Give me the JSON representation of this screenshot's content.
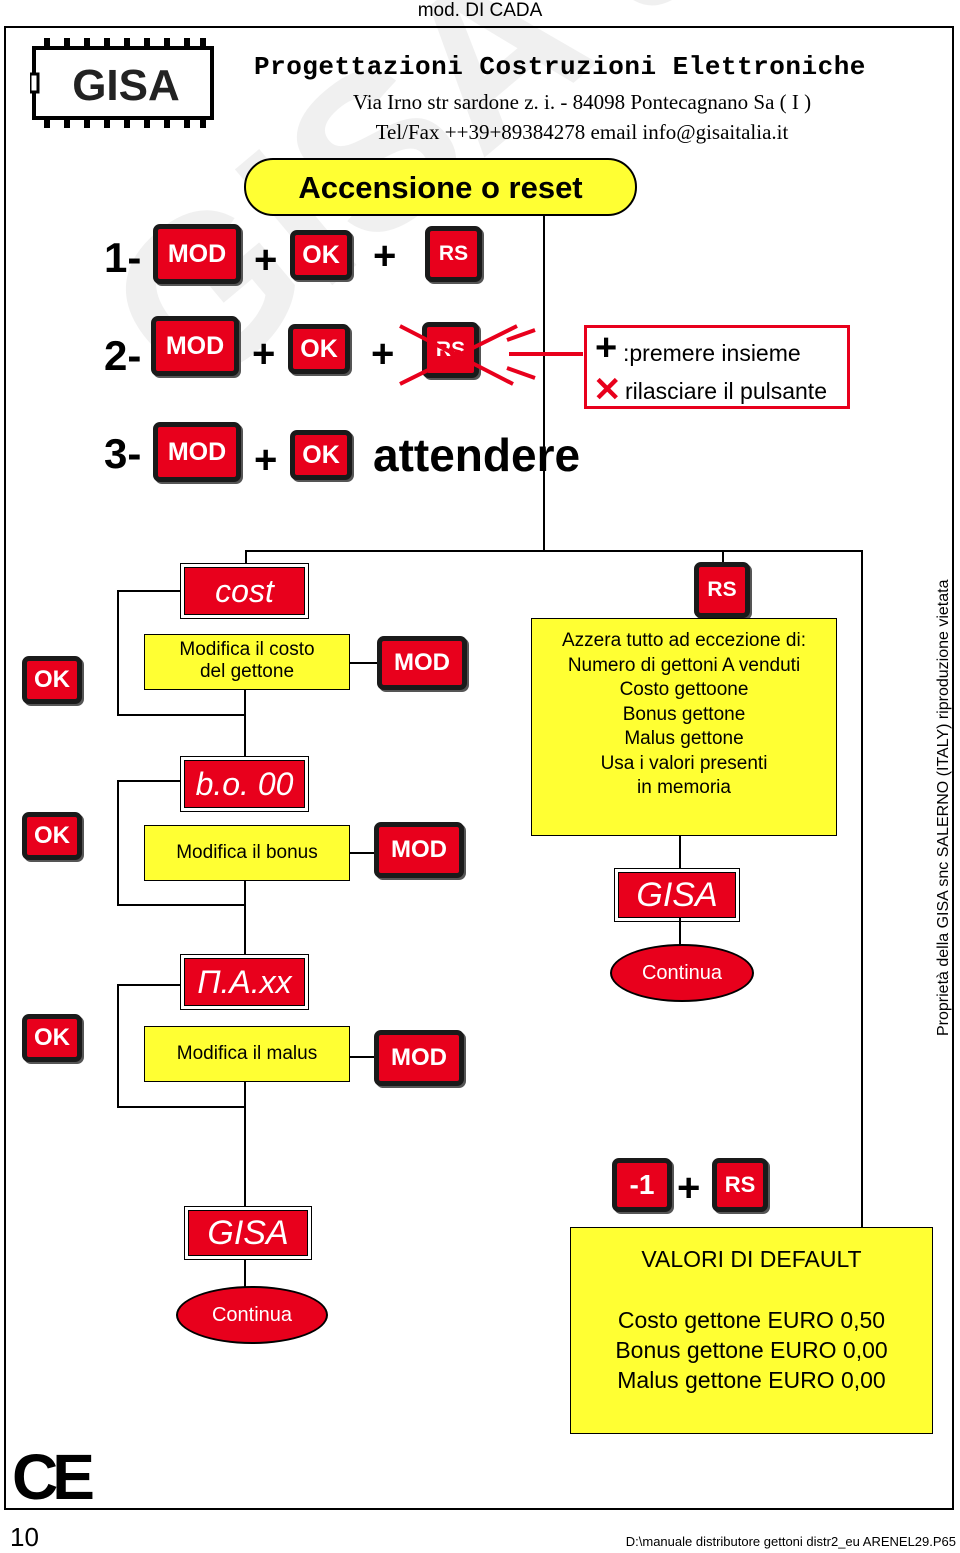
{
  "header": {
    "model_note": "mod. DI CADA",
    "company": "Progettazioni Costruzioni Elettroniche",
    "address": "Via Irno str sardone z. i. -  84098 Pontecagnano  Sa  ( I )",
    "contact": "Tel/Fax ++39+89384278 email info@gisaitalia.it",
    "logo_text": "GISA"
  },
  "start": {
    "title": "Accensione o reset"
  },
  "combos": [
    {
      "number": "1-",
      "keys": [
        "MOD",
        "OK",
        "RS"
      ],
      "plus": "+"
    },
    {
      "number": "2-",
      "keys": [
        "MOD",
        "OK",
        "RS"
      ],
      "plus": "+"
    },
    {
      "number": "3-",
      "keys": [
        "MOD",
        "OK"
      ],
      "plus": "+",
      "wait": "attendere"
    }
  ],
  "legend": {
    "press_symbol": "+",
    "press_text": ":premere insieme",
    "release_symbol": "✕",
    "release_text": "rilasciare il pulsante"
  },
  "left_flow": {
    "ok_label": "OK",
    "mod_label": "MOD",
    "steps": [
      {
        "display": "cost",
        "desc_line1": "Modifica il costo",
        "desc_line2": "del  gettone"
      },
      {
        "display": "b.o. 00",
        "desc_line1": "Modifica il bonus",
        "desc_line2": ""
      },
      {
        "display": "Π.A.xx",
        "desc_line1": "Modifica il malus",
        "desc_line2": ""
      }
    ],
    "end_display": "GISA",
    "end_oval": "Continua"
  },
  "right_flow": {
    "rs_label": "RS",
    "reset_lines": [
      "Azzera  tutto ad eccezione di:",
      "Numero di gettoni A venduti",
      "Costo gettoone",
      "Bonus gettone",
      "Malus gettone",
      "Usa i valori presenti",
      "in  memoria"
    ],
    "end_display": "GISA",
    "end_oval": "Continua"
  },
  "defaults": {
    "key_minus": "-1",
    "plus": "+",
    "key_rs": "RS",
    "title": "VALORI DI DEFAULT",
    "lines": [
      "Costo gettone EURO 0,50",
      "Bonus gettone  EURO 0,00",
      "Malus gettone  EURO 0,00"
    ]
  },
  "side_note": "Proprietà della GISA snc SALERNO (ITALY) riproduzione vietata",
  "watermark": "GISA snc Salerno",
  "footer": {
    "ce_mark": "CE",
    "page_number": "10",
    "file_path": "D:\\manuale distributore gettoni distr2_eu ARENEL29.P65"
  },
  "colors": {
    "key_red": "#e8001c",
    "box_yellow": "#ffff33"
  }
}
